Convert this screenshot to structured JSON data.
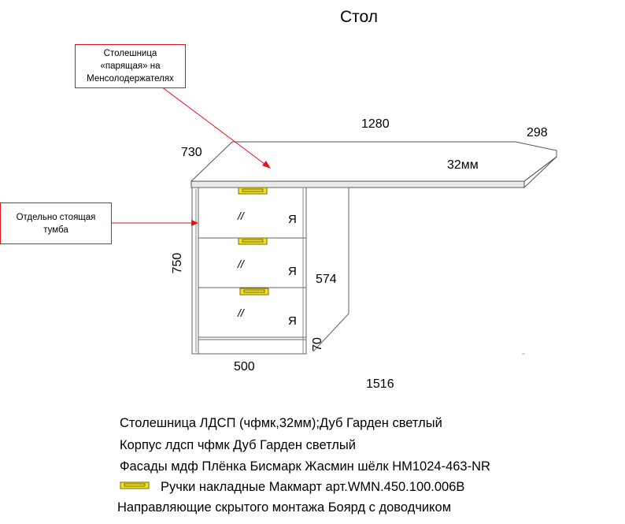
{
  "title": "Стол",
  "callouts": {
    "tabletop": [
      "Столешница",
      "«парящая» на",
      "Менсолодержателях"
    ],
    "cabinet": [
      "Отдельно стоящая",
      "тумба"
    ]
  },
  "dimensions": {
    "width": "1280",
    "depth": "730",
    "right_depth": "298",
    "thickness": "32мм",
    "height": "750",
    "inner_height": "574",
    "cabinet_width": "500",
    "plinth": "70",
    "total_length": "1516"
  },
  "drawer_marks": {
    "hinge": "//",
    "side": "Я"
  },
  "specs": {
    "line1": "Столешница ЛДСП (чфмк,32мм);Дуб Гарден светлый",
    "line2": "Корпус лдсп чфмк Дуб Гарден светлый",
    "line3": "Фасады мдф Плёнка Бисмарк Жасмин шёлк НМ1024-463-NR",
    "line4": "Ручки накладные Макмарт арт.WMN.450.100.006B",
    "line5": "Направляющие скрытого монтажа Боярд с доводчиком"
  },
  "colors": {
    "arrow": "#e0141b",
    "handle_fill": "#f2e21c",
    "handle_stroke": "#7a6a10",
    "tabletop_edge": "#e9e9e9"
  }
}
